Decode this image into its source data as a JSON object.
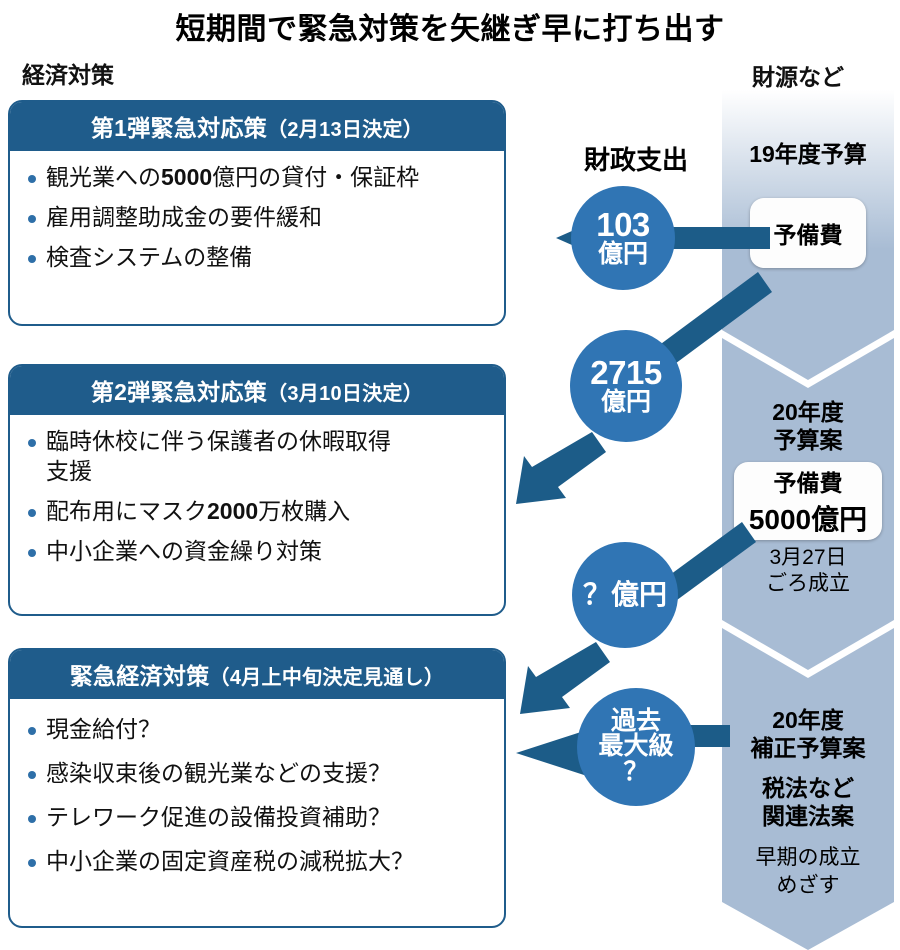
{
  "title": "短期間で緊急対策を矢継ぎ早に打ち出す",
  "columns": {
    "left_caption": "経済対策",
    "right_caption": "財源など",
    "middle_caption": "財政支出"
  },
  "colors": {
    "header_blue": "#1F5C8B",
    "circle_blue": "#3075B4",
    "arrow_blue": "#1C5C88",
    "band_blue": "#A8BCD4",
    "card_border": "#1F5C8B"
  },
  "cards": [
    {
      "heading": "第1弾緊急対応策",
      "heading_paren": "（2月13日決定）",
      "bullets": [
        "観光業への5000億円の貸付・保証枠",
        "雇用調整助成金の要件緩和",
        "検査システムの整備"
      ]
    },
    {
      "heading": "第2弾緊急対応策",
      "heading_paren": "（3月10日決定）",
      "bullets": [
        "臨時休校に伴う保護者の休暇取得支援",
        "配布用にマスク2000万枚購入",
        "中小企業への資金繰り対策"
      ]
    },
    {
      "heading": "緊急経済対策",
      "heading_paren": "（4月上中旬決定見通し）",
      "bullets": [
        "現金給付？",
        "感染収束後の観光業などの支援？",
        "テレワーク促進の設備投資補助？",
        "中小企業の固定資産税の減税拡大？"
      ]
    }
  ],
  "circles": [
    {
      "num": "103",
      "unit": "億円"
    },
    {
      "num": "2715",
      "unit": "億円"
    },
    {
      "num": "？億円",
      "unit": ""
    },
    {
      "line1": "過去",
      "line2": "最大級",
      "line3": "？"
    }
  ],
  "funding": [
    {
      "label": "19年度予算",
      "box_lines": [
        "予備費"
      ],
      "note": ""
    },
    {
      "label": "20年度\n予算案",
      "label_l1": "20年度",
      "label_l2": "予算案",
      "box_lines": [
        "予備費",
        "5000億円"
      ],
      "note_l1": "3月27日",
      "note_l2": "ごろ成立"
    },
    {
      "label_l1": "20年度",
      "label_l2": "補正予算案",
      "sub_l1": "税法など",
      "sub_l2": "関連法案",
      "note_l1": "早期の成立",
      "note_l2": "めざす"
    }
  ]
}
